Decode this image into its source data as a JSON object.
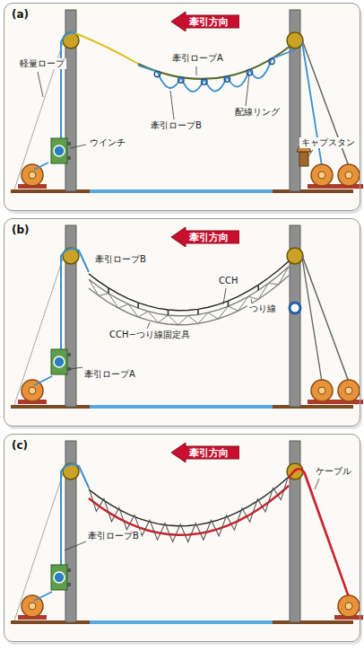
{
  "diagram": {
    "nodes": [
      {
        "text": [
          "(a)"
        ]
      },
      {
        "text": [
          "牽引方向"
        ],
        "in": 0
      },
      {
        "text": [
          "(b)"
        ]
      },
      {
        "text": [
          "牽引方向"
        ],
        "in": 2
      },
      {
        "text": [
          "(c)"
        ]
      },
      {
        "text": [
          "牽引方向"
        ],
        "in": 4
      }
    ],
    "labels": [
      "軽量ロープ",
      "牽引ロープA",
      "配線リング",
      "牽引ロープB",
      "ウインチ",
      "キャプスタン",
      "牽引ロープB",
      "CCH",
      "CCH−つり線固定具",
      "つり線",
      "牽引ロープA",
      "ケーブル",
      "牽引ロープB"
    ]
  }
}
